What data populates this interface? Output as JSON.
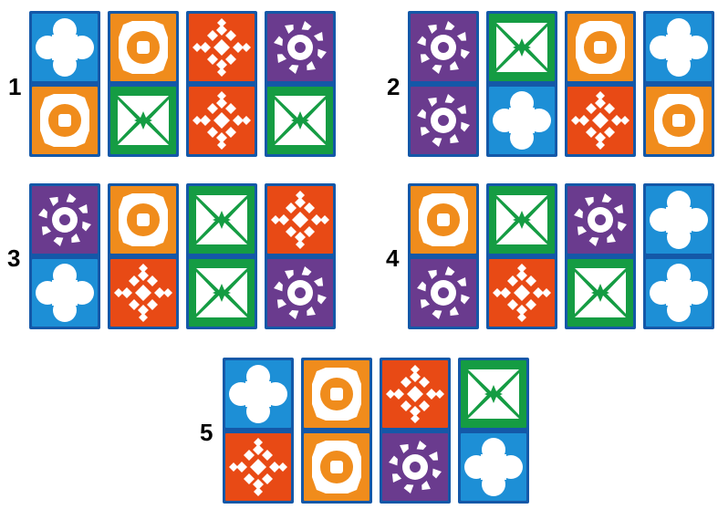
{
  "colors": {
    "blue": "#1d8fd6",
    "orange": "#f08c1c",
    "red": "#e84a15",
    "purple": "#6a3b8e",
    "green": "#159c43",
    "frame": "#1458a8",
    "symbol": "#ffffff",
    "star": "#159c43"
  },
  "options": [
    {
      "label": "1",
      "cards": [
        {
          "top": {
            "color": "blue",
            "symbol": "cloud-icon"
          },
          "bottom": {
            "color": "orange",
            "symbol": "ring-icon"
          }
        },
        {
          "top": {
            "color": "orange",
            "symbol": "ring-icon"
          },
          "bottom": {
            "color": "green",
            "symbol": "bowtie-icon"
          }
        },
        {
          "top": {
            "color": "red",
            "symbol": "diamond-icon"
          },
          "bottom": {
            "color": "red",
            "symbol": "diamond-icon"
          }
        },
        {
          "top": {
            "color": "purple",
            "symbol": "sun-icon"
          },
          "bottom": {
            "color": "green",
            "symbol": "bowtie-icon"
          }
        }
      ]
    },
    {
      "label": "2",
      "cards": [
        {
          "top": {
            "color": "purple",
            "symbol": "sun-icon"
          },
          "bottom": {
            "color": "purple",
            "symbol": "sun-icon"
          }
        },
        {
          "top": {
            "color": "green",
            "symbol": "bowtie-icon"
          },
          "bottom": {
            "color": "blue",
            "symbol": "cloud-icon"
          }
        },
        {
          "top": {
            "color": "orange",
            "symbol": "ring-icon"
          },
          "bottom": {
            "color": "red",
            "symbol": "diamond-icon"
          }
        },
        {
          "top": {
            "color": "blue",
            "symbol": "cloud-icon"
          },
          "bottom": {
            "color": "orange",
            "symbol": "ring-icon"
          }
        }
      ]
    },
    {
      "label": "3",
      "cards": [
        {
          "top": {
            "color": "purple",
            "symbol": "sun-icon"
          },
          "bottom": {
            "color": "blue",
            "symbol": "cloud-icon"
          }
        },
        {
          "top": {
            "color": "orange",
            "symbol": "ring-icon"
          },
          "bottom": {
            "color": "red",
            "symbol": "diamond-icon"
          }
        },
        {
          "top": {
            "color": "green",
            "symbol": "bowtie-icon"
          },
          "bottom": {
            "color": "green",
            "symbol": "bowtie-icon"
          }
        },
        {
          "top": {
            "color": "red",
            "symbol": "diamond-icon"
          },
          "bottom": {
            "color": "purple",
            "symbol": "sun-icon"
          }
        }
      ]
    },
    {
      "label": "4",
      "cards": [
        {
          "top": {
            "color": "orange",
            "symbol": "ring-icon"
          },
          "bottom": {
            "color": "purple",
            "symbol": "sun-icon"
          }
        },
        {
          "top": {
            "color": "green",
            "symbol": "bowtie-icon"
          },
          "bottom": {
            "color": "red",
            "symbol": "diamond-icon"
          }
        },
        {
          "top": {
            "color": "purple",
            "symbol": "sun-icon"
          },
          "bottom": {
            "color": "green",
            "symbol": "bowtie-icon"
          }
        },
        {
          "top": {
            "color": "blue",
            "symbol": "cloud-icon"
          },
          "bottom": {
            "color": "blue",
            "symbol": "cloud-icon"
          }
        }
      ]
    },
    {
      "label": "5",
      "cards": [
        {
          "top": {
            "color": "blue",
            "symbol": "cloud-icon"
          },
          "bottom": {
            "color": "red",
            "symbol": "diamond-icon"
          }
        },
        {
          "top": {
            "color": "orange",
            "symbol": "ring-icon"
          },
          "bottom": {
            "color": "orange",
            "symbol": "ring-icon"
          }
        },
        {
          "top": {
            "color": "red",
            "symbol": "diamond-icon"
          },
          "bottom": {
            "color": "purple",
            "symbol": "sun-icon"
          }
        },
        {
          "top": {
            "color": "green",
            "symbol": "bowtie-icon"
          },
          "bottom": {
            "color": "blue",
            "symbol": "cloud-icon"
          }
        }
      ]
    }
  ]
}
